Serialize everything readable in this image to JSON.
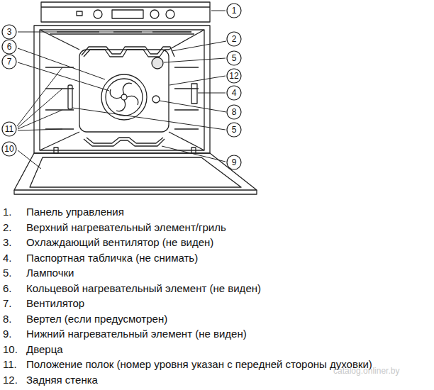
{
  "diagram": {
    "nodes": [
      {
        "text": [
          "1"
        ]
      },
      {
        "text": [
          "3"
        ]
      },
      {
        "text": [
          "2"
        ]
      },
      {
        "text": [
          "6"
        ]
      },
      {
        "text": [
          "5"
        ]
      },
      {
        "text": [
          "7"
        ]
      },
      {
        "text": [
          "12"
        ]
      },
      {
        "text": [
          "4"
        ]
      },
      {
        "text": [
          "8"
        ]
      },
      {
        "text": [
          "11"
        ]
      },
      {
        "text": [
          "5"
        ]
      },
      {
        "text": [
          "10"
        ]
      },
      {
        "text": [
          "9"
        ]
      }
    ],
    "labels": [
      "1.",
      "Панель управления",
      "2.",
      "Верхний нагревательный элемент/гриль",
      "3.",
      "Охлаждающий вентилятор (не виден)",
      "4.",
      "Паспортная табличка (не снимать)",
      "5.",
      "Лампочки",
      "6.",
      "Кольцевой нагревательный элемент (не виден)",
      "7.",
      "Вентилятор",
      "8.",
      "Вертел (если предусмотрен)",
      "9.",
      "Нижний нагревательный элемент (не виден)",
      "10.",
      "Дверца",
      "11.",
      "Положение полок (номер уровня указан с передней стороны духовки)",
      "12.",
      "Задняя стенка",
      "catalog.onliner.by"
    ]
  }
}
